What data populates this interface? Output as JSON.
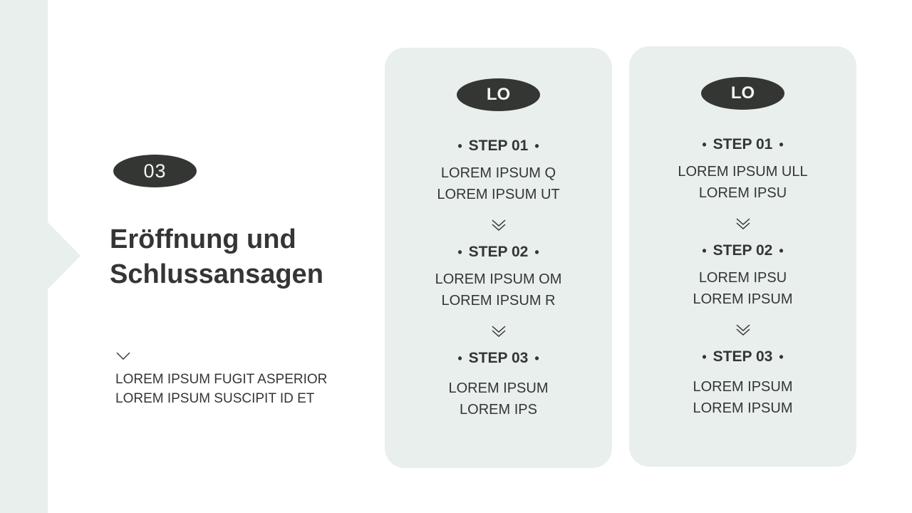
{
  "slide": {
    "number": "03",
    "title_line1": "Eröffnung und",
    "title_line2": "Schlussansagen",
    "description_line1": "LOREM IPSUM FUGIT ASPERIOR",
    "description_line2": "LOREM IPSUM SUSCIPIT ID ET"
  },
  "colors": {
    "accent_light": "#e8efec",
    "dark": "#343634",
    "background": "#ffffff"
  },
  "cards": [
    {
      "badge": "LO",
      "steps": [
        {
          "label": "STEP 01",
          "line1": "LOREM IPSUM Q",
          "line2": "LOREM IPSUM UT"
        },
        {
          "label": "STEP 02",
          "line1": "LOREM IPSUM OM",
          "line2": "LOREM IPSUM R"
        },
        {
          "label": "STEP 03",
          "line1": "LOREM IPSUM",
          "line2": "LOREM IPS"
        }
      ]
    },
    {
      "badge": "LO",
      "steps": [
        {
          "label": "STEP 01",
          "line1": "LOREM IPSUM ULL",
          "line2": "LOREM IPSU"
        },
        {
          "label": "STEP 02",
          "line1": "LOREM IPSU",
          "line2": "LOREM IPSUM"
        },
        {
          "label": "STEP 03",
          "line1": "LOREM IPSUM",
          "line2": "LOREM IPSUM"
        }
      ]
    }
  ],
  "bullet": "•"
}
